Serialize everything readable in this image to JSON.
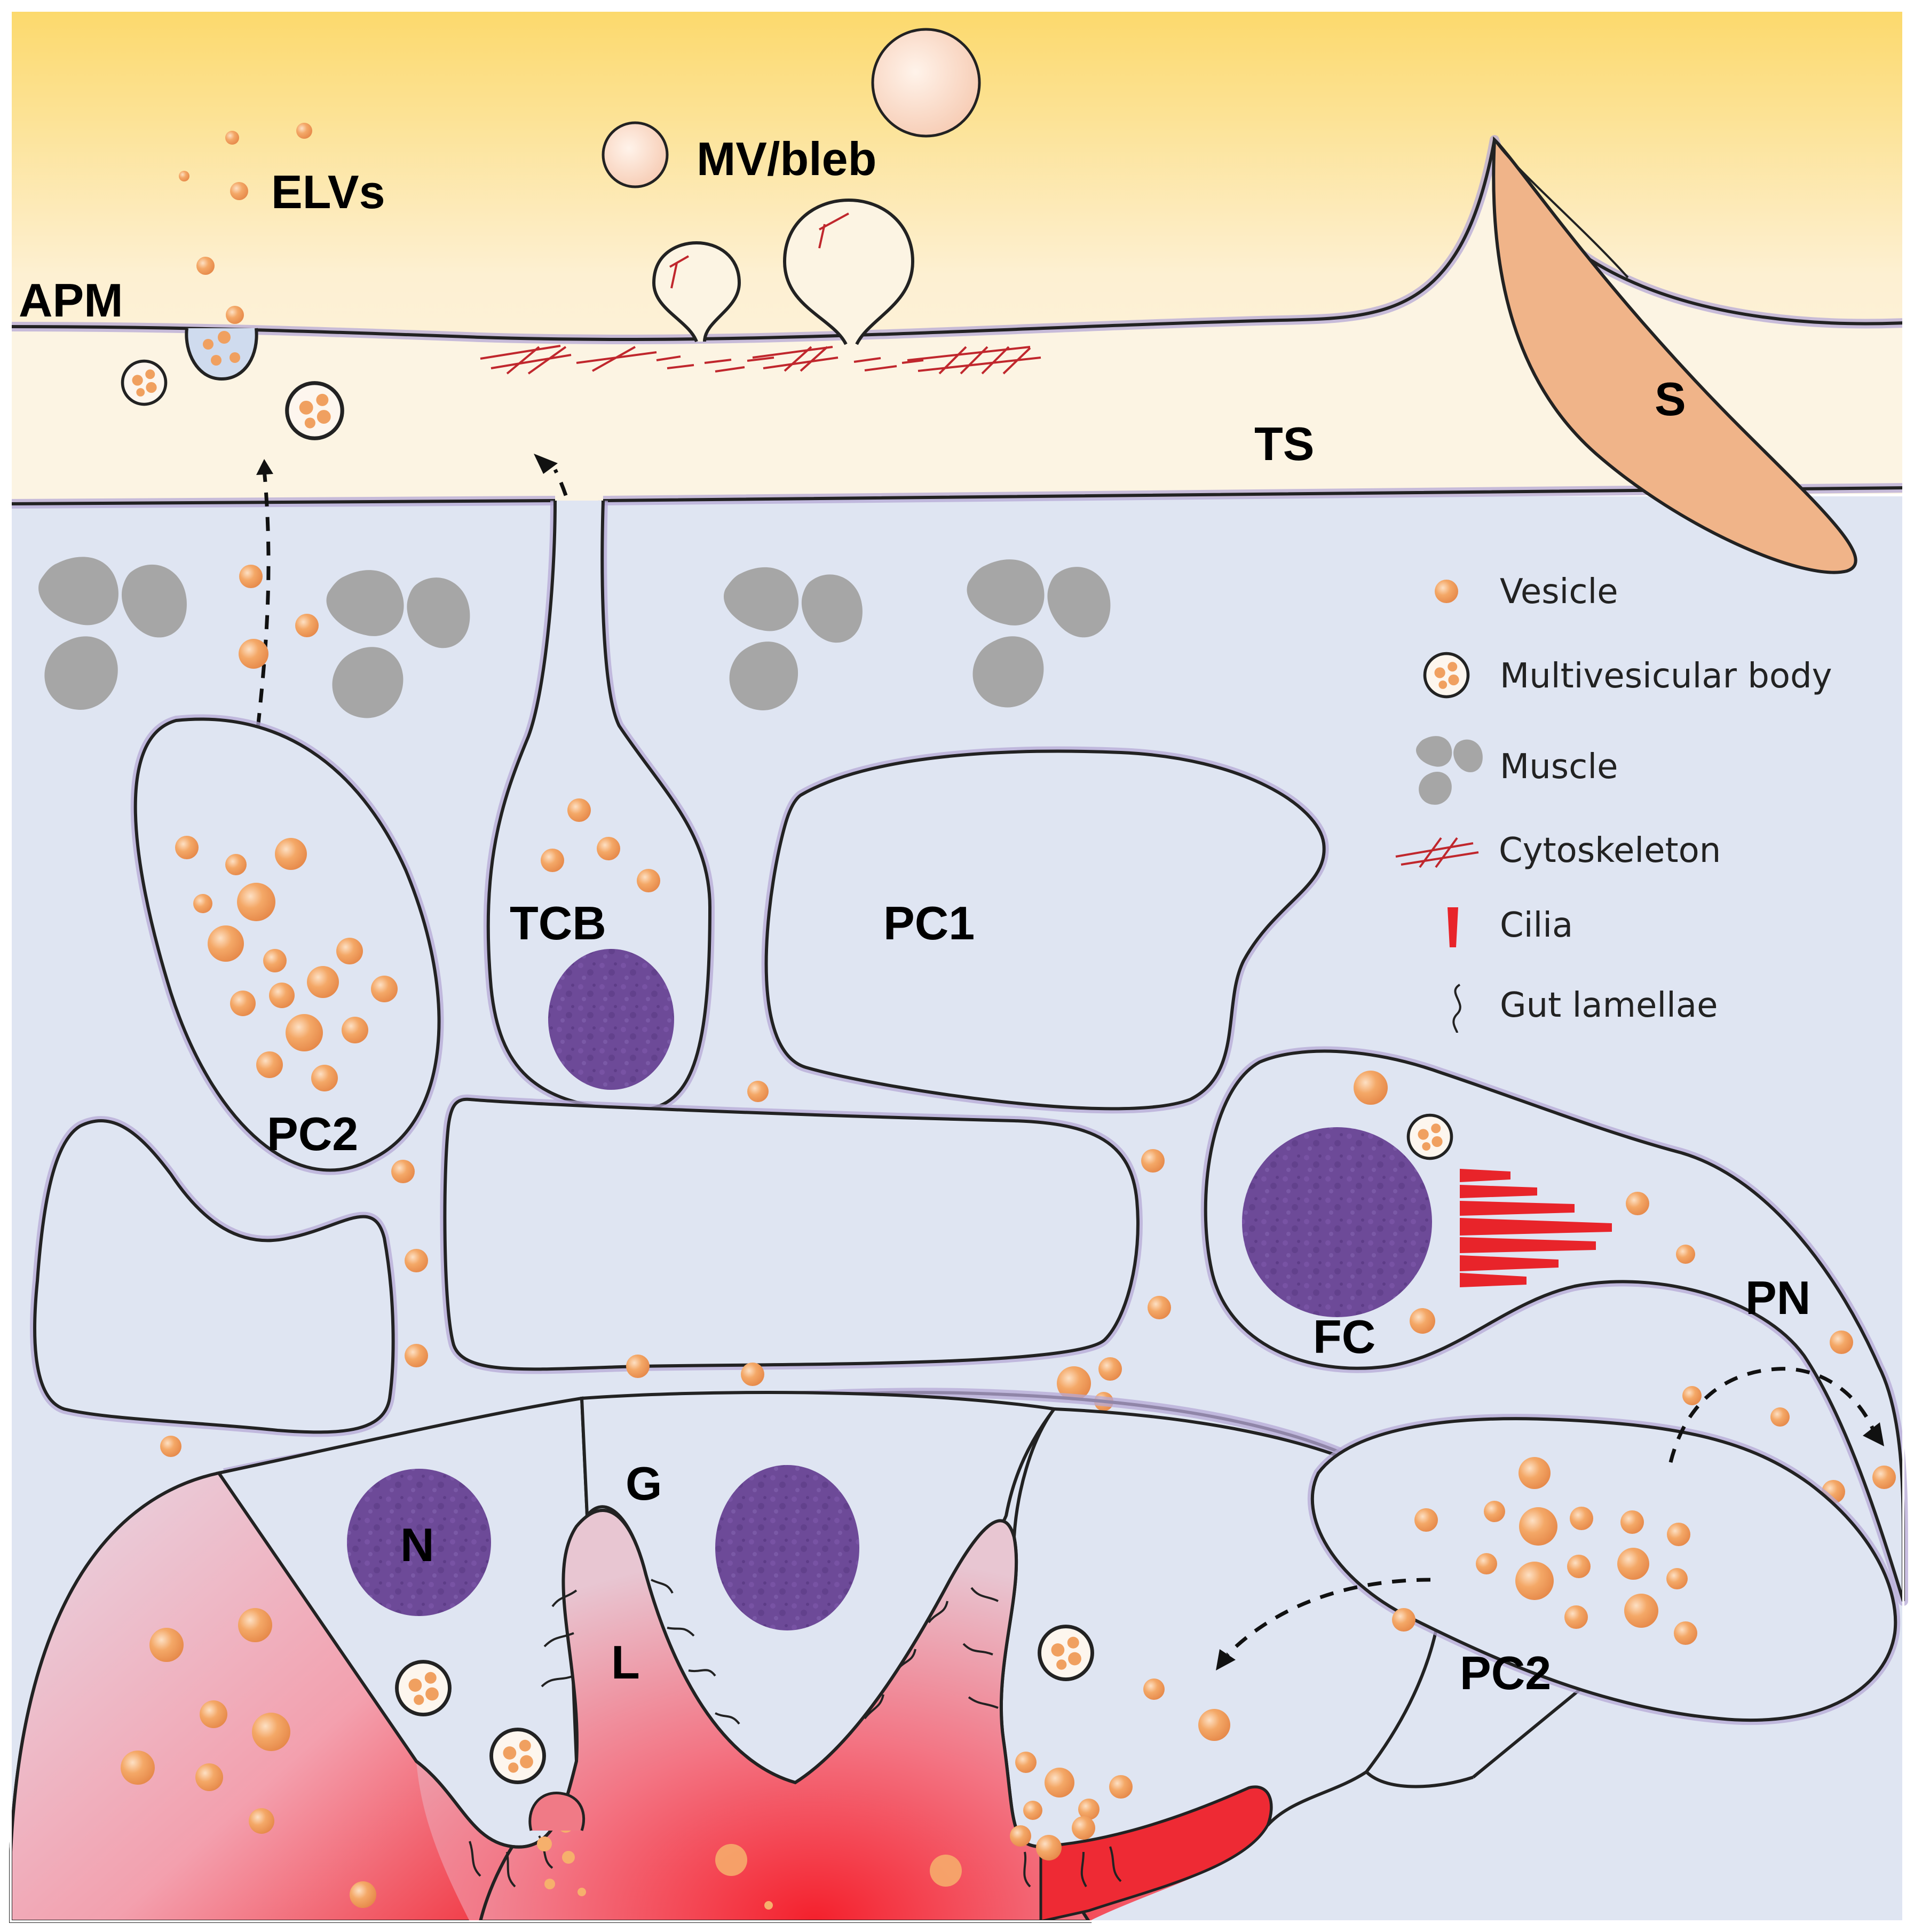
{
  "labels": {
    "elvs": "ELVs",
    "mv_bleb": "MV/bleb",
    "apm": "APM",
    "ts": "TS",
    "s": "S",
    "tcb": "TCB",
    "pc1": "PC1",
    "pc2_top": "PC2",
    "pc2_bottom": "PC2",
    "fc": "FC",
    "pn": "PN",
    "g": "G",
    "n": "N",
    "l": "L"
  },
  "legend": [
    {
      "icon": "vesicle-icon",
      "label": "Vesicle"
    },
    {
      "icon": "multivesicular-body-icon",
      "label": "Multivesicular body"
    },
    {
      "icon": "muscle-icon",
      "label": "Muscle"
    },
    {
      "icon": "cytoskeleton-icon",
      "label": "Cytoskeleton"
    },
    {
      "icon": "cilia-icon",
      "label": "Cilia"
    },
    {
      "icon": "gut-lamellae-icon",
      "label": "Gut lamellae"
    }
  ],
  "colors": {
    "vesicle": "#f0a060",
    "nucleus": "#6e4a99",
    "cilia": "#e8242a",
    "cytoskeleton": "#c0272d",
    "muscle": "#a5a5a5",
    "cell_fill": "#dfe5f2",
    "sky_top": "#fcd96c",
    "sky_bottom": "#fdf3dd",
    "spine": "#f0b489",
    "lumen": "#ee5560"
  }
}
